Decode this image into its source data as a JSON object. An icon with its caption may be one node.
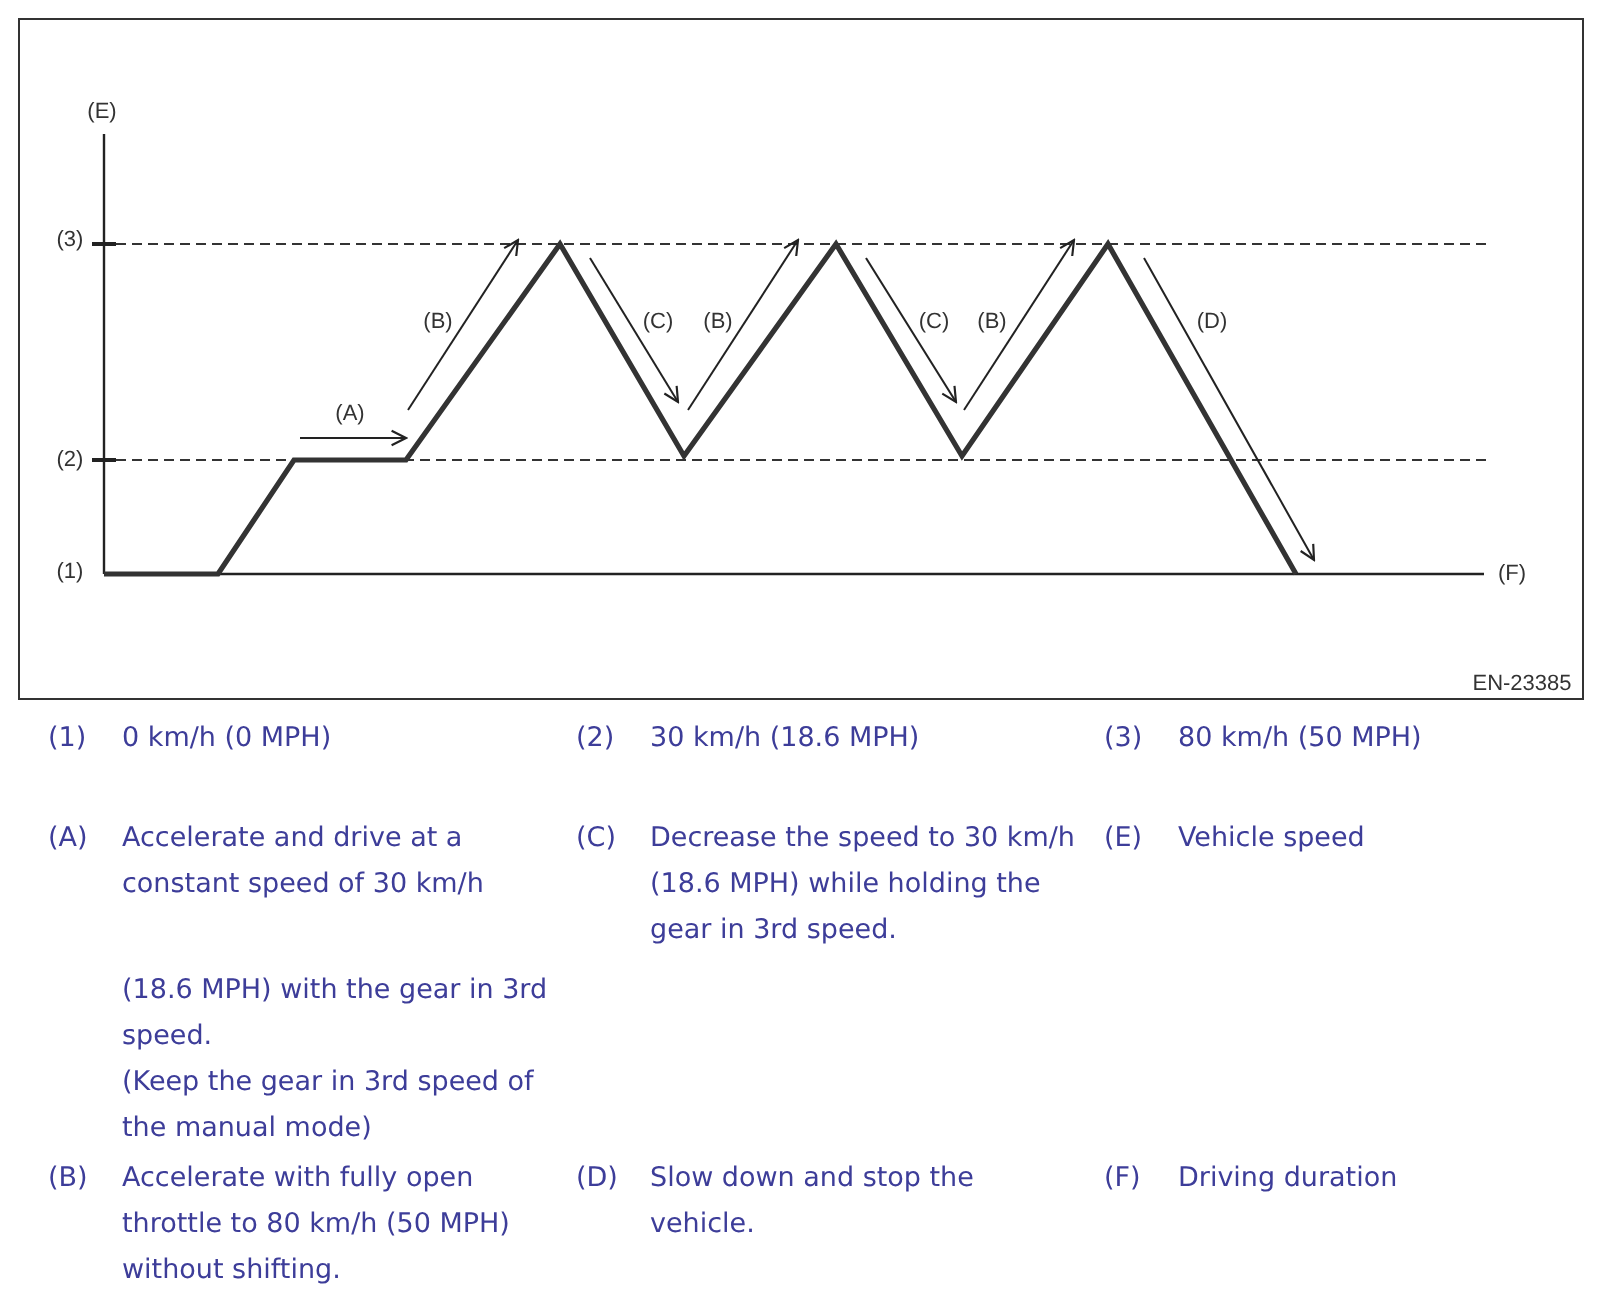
{
  "diagram": {
    "labels": [
      "(E)",
      "(3)",
      "(B)",
      "(C)",
      "(B)",
      "(C)",
      "(B)",
      "(D)",
      "(A)",
      "(2)",
      "(1)",
      "(F)",
      "EN-23385",
      "(1)",
      "0 km/h (0 MPH)",
      "(2)",
      "30 km/h (18.6 MPH)",
      "(3)",
      "80 km/h (50 MPH)",
      "(A)",
      "Accelerate and drive at a constant speed of 30 km/h",
      "(C)",
      "Decrease the speed to 30 km/h (18.6 MPH) while holding the gear in 3rd speed.",
      "(E)",
      "Vehicle speed",
      "(18.6 MPH) with the gear in 3rd speed.",
      "(Keep the gear in 3rd speed of the manual mode)",
      "(B)",
      "Accelerate with fully open throttle to 80 km/h (50 MPH) without shifting.",
      "(D)",
      "Slow down and stop the vehicle.",
      "(F)",
      "Driving duration"
    ]
  }
}
